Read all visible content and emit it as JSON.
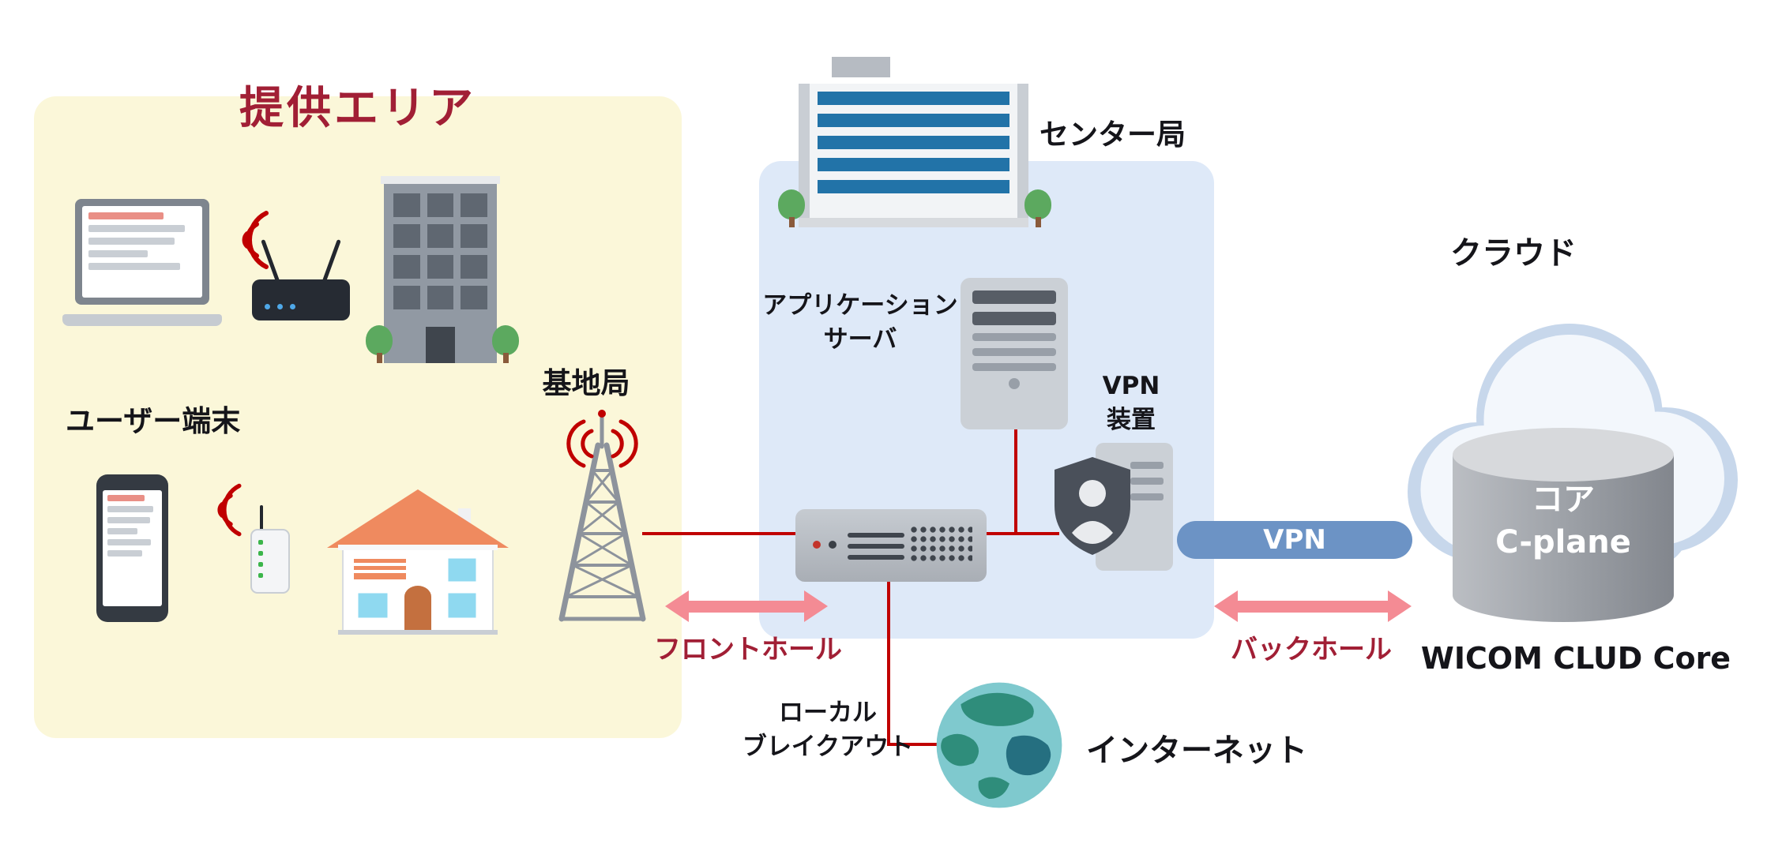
{
  "colors": {
    "service_area_bg": "#FBF7D9",
    "center_area_bg": "#DEE9F8",
    "maroon_text": "#A11F35",
    "connector_red": "#C00000",
    "arrow_pink": "#F48B94",
    "vpn_pill_blue": "#6C93C5",
    "black_text": "#15151A"
  },
  "service_area": {
    "title": "提供エリア",
    "user_terminals": "ユーザー端末",
    "base_station": "基地局"
  },
  "center_site": {
    "name": "センター局",
    "app_server_line1": "アプリケーション",
    "app_server_line2": "サーバ",
    "vpn_device_line1": "VPN",
    "vpn_device_line2": "装置"
  },
  "links": {
    "fronthaul": "フロントホール",
    "backhaul": "バックホール",
    "vpn_pill": "VPN",
    "local_breakout_line1": "ローカル",
    "local_breakout_line2": "ブレイクアウト",
    "internet": "インターネット"
  },
  "cloud": {
    "title": "クラウド",
    "core_line1": "コア",
    "core_line2": "C-plane",
    "product": "WICOM CLUD Core"
  },
  "icons": {
    "laptop-icon": "laptop computer",
    "wifi-waves-icon": "red wireless waves",
    "wifi-router-icon": "wireless router",
    "office-building-icon": "office building",
    "smartphone-icon": "smartphone",
    "home-gateway-icon": "home gateway terminal",
    "house-icon": "house",
    "radio-tower-icon": "base station tower",
    "center-building-icon": "center office building",
    "app-server-icon": "application server",
    "vpn-device-icon": "vpn appliance with shield",
    "network-switch-icon": "network switch",
    "cloud-icon": "cloud",
    "core-cylinder-icon": "core cylinder",
    "globe-icon": "internet globe",
    "tree-icon": "tree"
  }
}
